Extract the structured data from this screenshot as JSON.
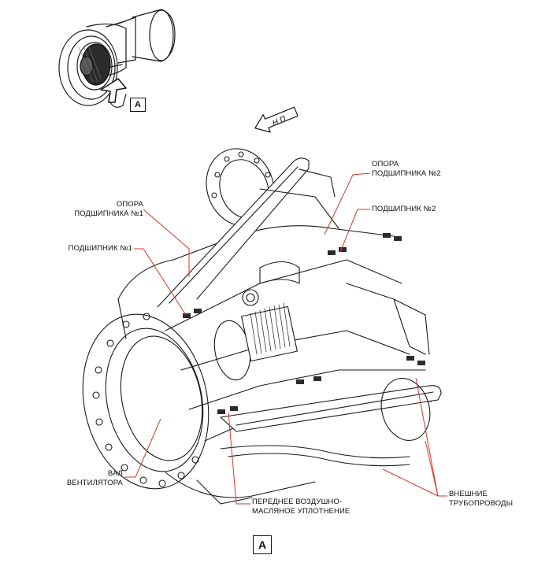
{
  "detail_view_tag": "A",
  "thumbnail_view_tag": "A",
  "direction_arrow_text": "Н П",
  "labels": {
    "bearing_support_1": [
      "ОПОРА",
      "ПОДШИПНИКА №1"
    ],
    "bearing_1": "ПОДШИПНИК №1",
    "bearing_support_2": [
      "ОПОРА",
      "ПОДШИПНИКА №2"
    ],
    "bearing_2": "ПОДШИПНИК №2",
    "fan_shaft": [
      "ВАЛ",
      "ВЕНТИЛЯТОРА"
    ],
    "front_air_oil_seal": [
      "ПЕРЕДНЕЕ ВОЗДУШНО-",
      "МАСЛЯНОЕ УПЛОТНЕНИЕ"
    ],
    "external_pipelines": [
      "ВНЕШНИЕ",
      "ТРУБОПРОВОДЫ"
    ]
  },
  "colors": {
    "leader": "#d23a2a",
    "ink": "#1a1a1a",
    "shade": "#3a3a3a"
  }
}
